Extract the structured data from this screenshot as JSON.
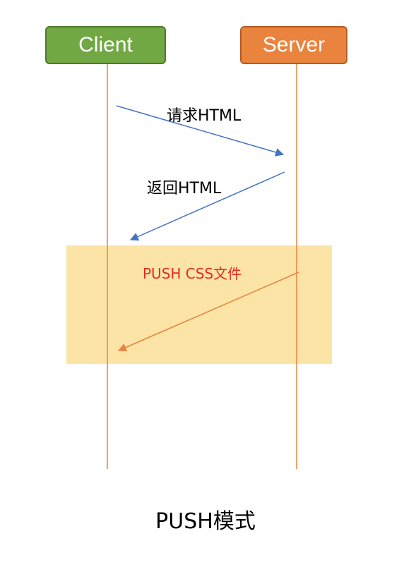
{
  "nodes": {
    "client": {
      "label": "Client"
    },
    "server": {
      "label": "Server"
    }
  },
  "messages": {
    "request": {
      "label": "请求HTML"
    },
    "return": {
      "label": "返回HTML"
    },
    "push": {
      "label": "PUSH CSS文件"
    }
  },
  "caption": "PUSH模式",
  "colors": {
    "client_fill": "#71a844",
    "server_fill": "#e9833e",
    "lifeline": "#e9833e",
    "request_arrow": "#4472c4",
    "push_arrow": "#e9833e",
    "push_label": "#e52c21",
    "highlight": "#fbe4a6"
  }
}
